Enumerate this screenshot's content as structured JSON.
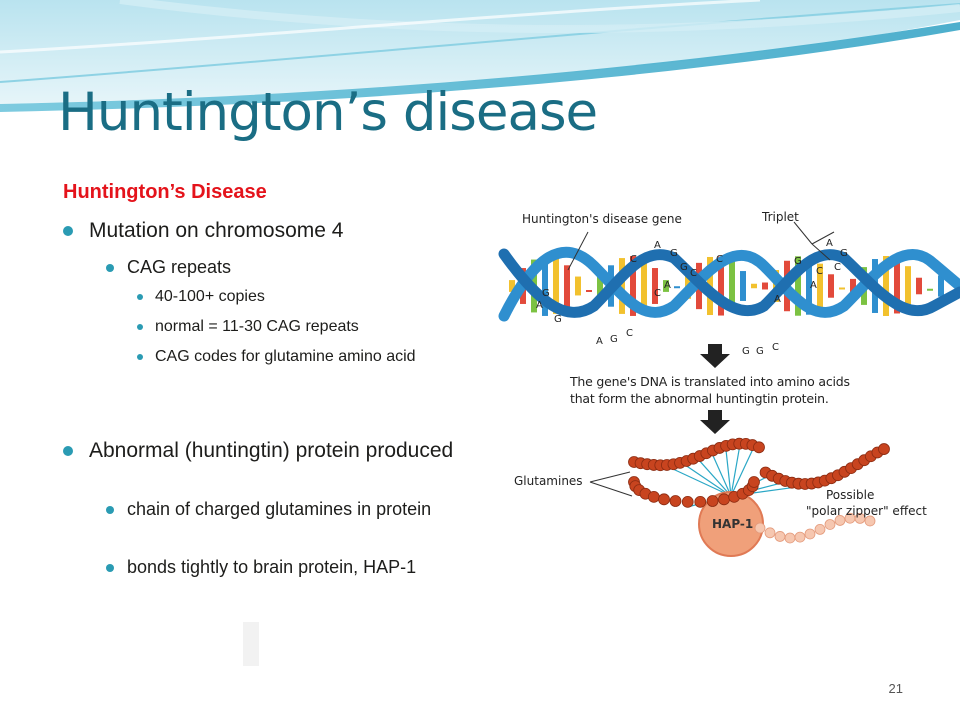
{
  "slide": {
    "title": "Huntington’s disease",
    "heading": "Huntington’s Disease",
    "page_number": "21",
    "bullets": {
      "b1": "Mutation on chromosome 4",
      "b1_1": "CAG repeats",
      "b1_1_1": "40-100+ copies",
      "b1_1_2": "normal = 11-30 CAG repeats",
      "b1_1_3": "CAG codes for glutamine amino acid",
      "b2": "Abnormal (huntingtin) protein produced",
      "b2_1": "chain of charged glutamines in protein",
      "b2_2": "bonds tightly to brain protein, HAP-1"
    }
  },
  "figure": {
    "gene_label": "Huntington's disease gene",
    "triplet_label": "Triplet",
    "translation_text_1": "The gene's DNA is translated into amino acids",
    "translation_text_2": "that form the abnormal huntingtin protein.",
    "glutamines_label": "Glutamines",
    "hap1_label": "HAP-1",
    "polar_zipper_1": "Possible",
    "polar_zipper_2": "\"polar zipper\" effect",
    "base_letters": [
      "A",
      "G",
      "C",
      "C",
      "A",
      "G",
      "G",
      "C",
      "A",
      "G",
      "G",
      "C",
      "A",
      "G",
      "C",
      "C",
      "A",
      "G",
      "A",
      "G",
      "C",
      "G",
      "C",
      "A"
    ]
  },
  "colors": {
    "title": "#1a6d84",
    "heading": "#e4131b",
    "bullet": "#2a9bb3",
    "helix_blue": "#2f8fcf",
    "protein_chain": "#c8441f",
    "hap1": "#f0a07a"
  }
}
